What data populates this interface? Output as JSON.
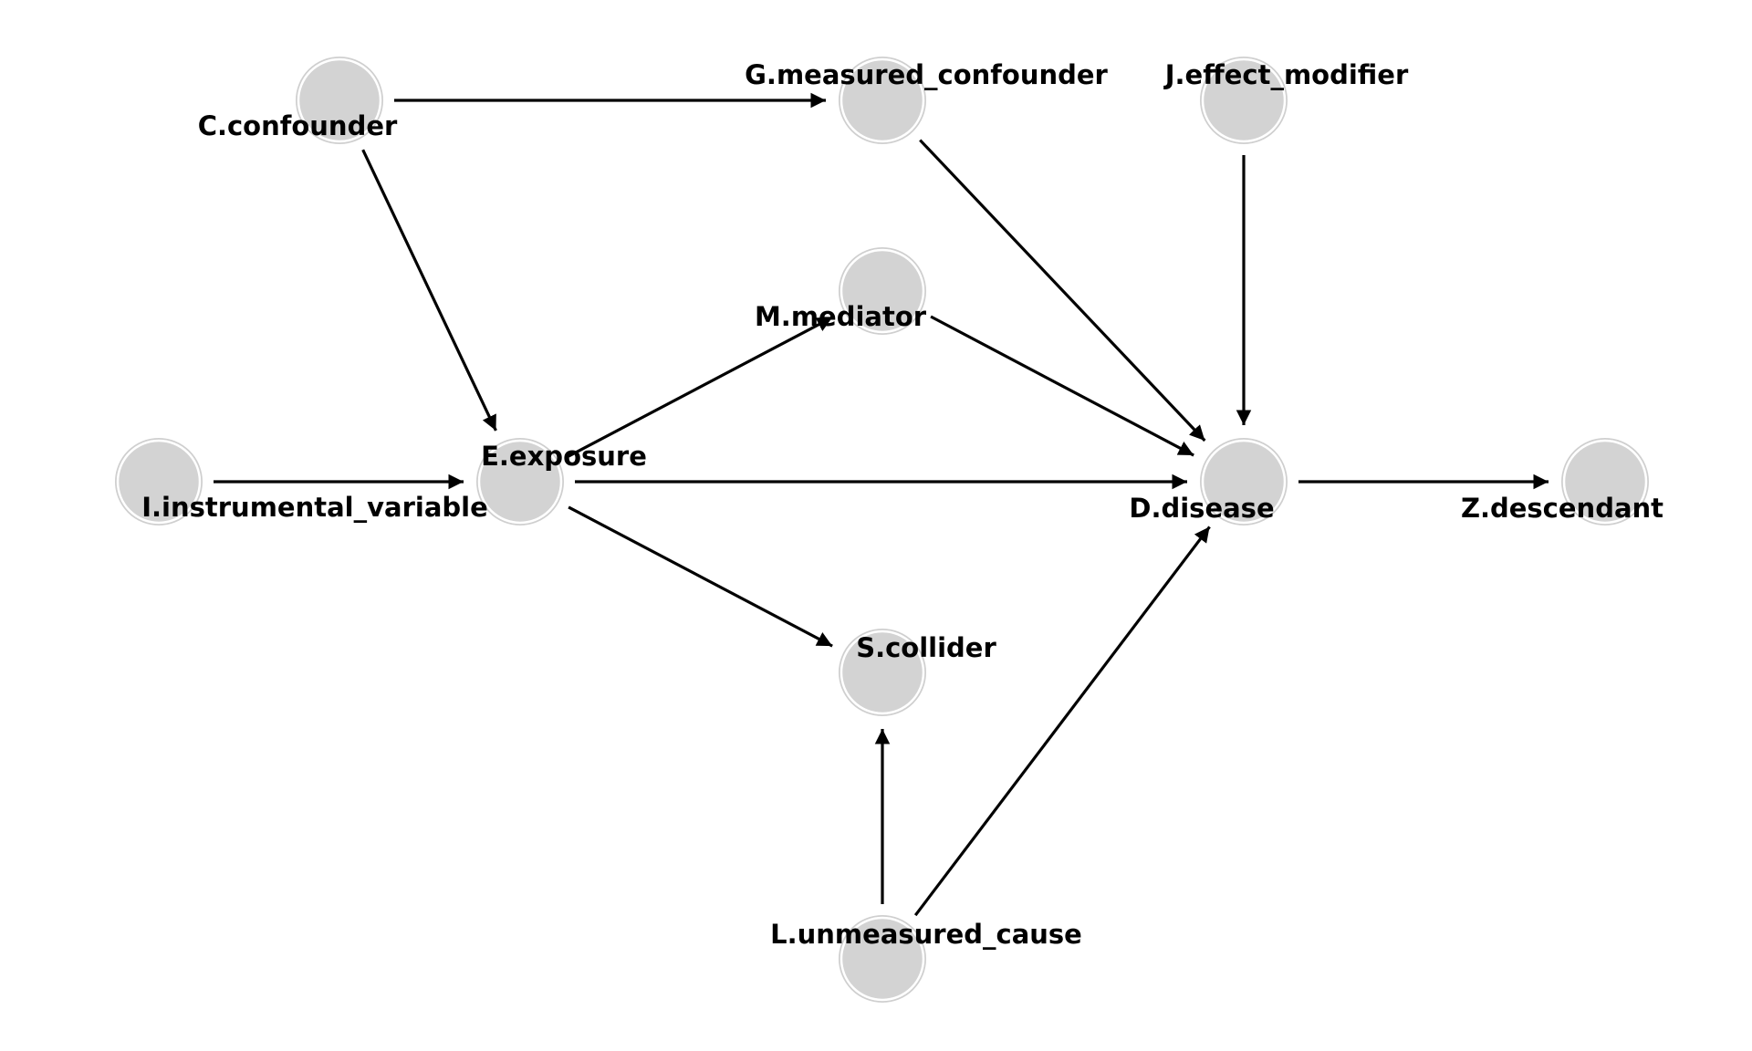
{
  "colors": {
    "node_fill": "#d3d3d3",
    "node_stroke": "#ffffff",
    "node_outer_ring": "#cfcfcf",
    "edge": "#000000",
    "label": "#000000",
    "background": "#ffffff"
  },
  "nodes": [
    {
      "id": "C",
      "label": "C.confounder"
    },
    {
      "id": "G",
      "label": "G.measured_confounder"
    },
    {
      "id": "J",
      "label": "J.effect_modifier"
    },
    {
      "id": "M",
      "label": "M.mediator"
    },
    {
      "id": "I",
      "label": "I.instrumental_variable"
    },
    {
      "id": "E",
      "label": "E.exposure"
    },
    {
      "id": "D",
      "label": "D.disease"
    },
    {
      "id": "Z",
      "label": "Z.descendant"
    },
    {
      "id": "S",
      "label": "S.collider"
    },
    {
      "id": "L",
      "label": "L.unmeasured_cause"
    }
  ],
  "edges": [
    {
      "from": "C",
      "to": "G"
    },
    {
      "from": "C",
      "to": "E"
    },
    {
      "from": "G",
      "to": "D"
    },
    {
      "from": "J",
      "to": "D"
    },
    {
      "from": "M",
      "to": "D"
    },
    {
      "from": "I",
      "to": "E"
    },
    {
      "from": "E",
      "to": "M"
    },
    {
      "from": "E",
      "to": "D"
    },
    {
      "from": "E",
      "to": "S"
    },
    {
      "from": "D",
      "to": "Z"
    },
    {
      "from": "L",
      "to": "S"
    },
    {
      "from": "L",
      "to": "D"
    }
  ]
}
